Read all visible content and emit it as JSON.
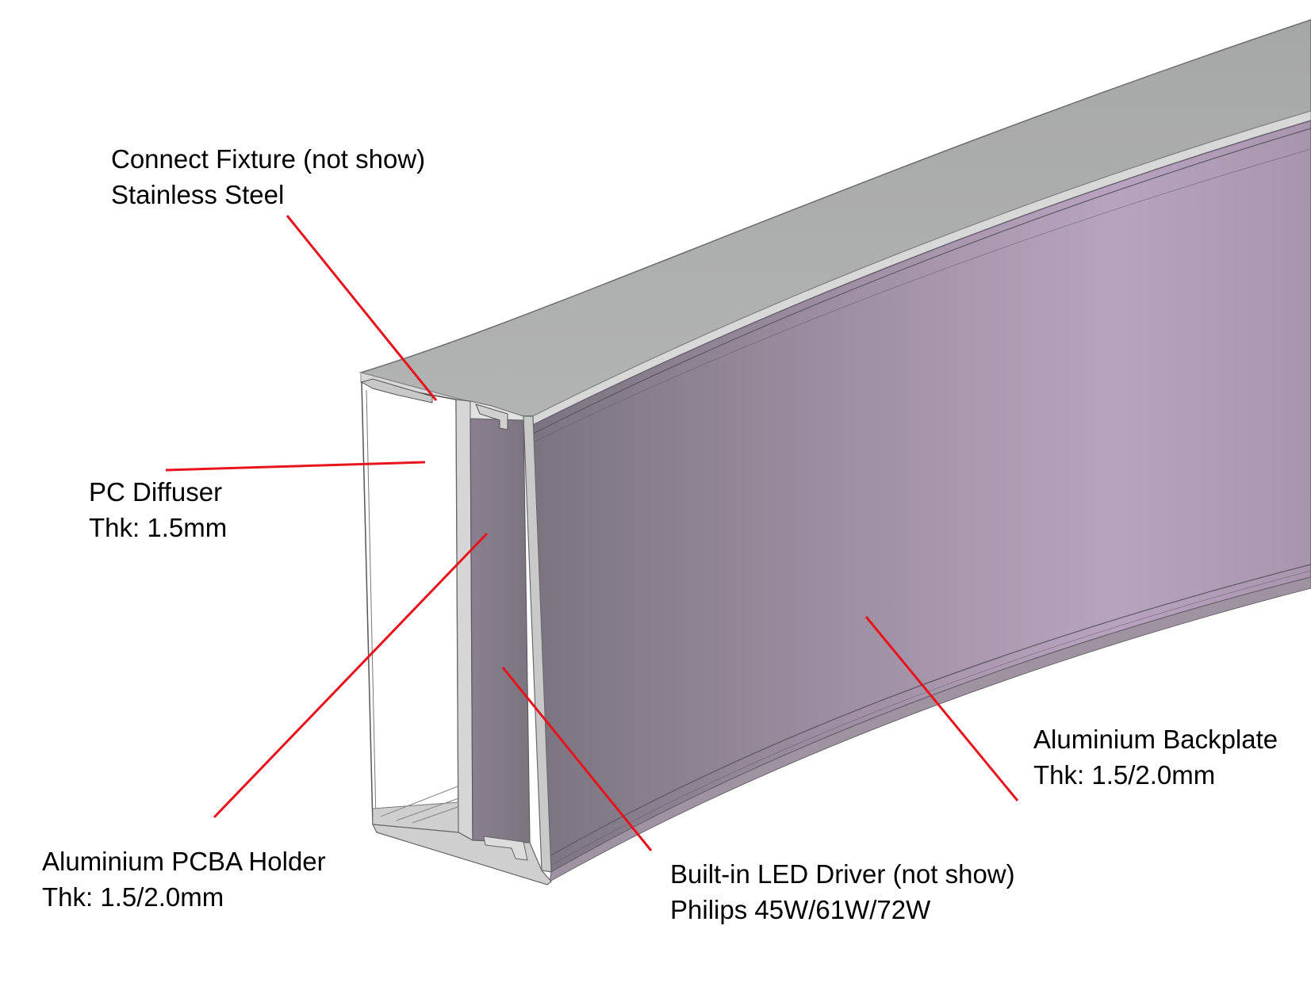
{
  "diagram": {
    "subject": "Curved aluminium LED linear light profile, cross-section view",
    "colors": {
      "leader_line": "#e8141c",
      "top_surface": "#a9aaaa",
      "side_panel_dark": "#7d7784",
      "side_panel_light": "#bda9c4",
      "inner_panel": "#8c8190",
      "frame": "#b9b9b9"
    },
    "callouts": [
      {
        "id": "connect-fixture",
        "line1": "Connect Fixture (not show)",
        "line2": "Stainless Steel"
      },
      {
        "id": "pc-diffuser",
        "line1": "PC Diffuser",
        "line2": "Thk: 1.5mm"
      },
      {
        "id": "pcba-holder",
        "line1": "Aluminium PCBA Holder",
        "line2": "Thk: 1.5/2.0mm"
      },
      {
        "id": "led-driver",
        "line1": "Built-in LED Driver (not show)",
        "line2": "Philips 45W/61W/72W"
      },
      {
        "id": "backplate",
        "line1": "Aluminium Backplate",
        "line2": "Thk: 1.5/2.0mm"
      }
    ]
  }
}
